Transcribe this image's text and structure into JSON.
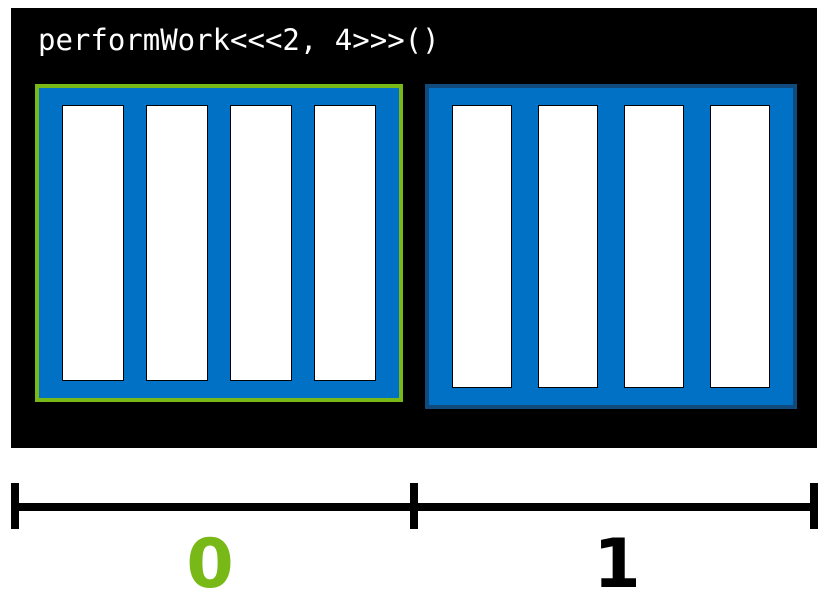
{
  "diagram": {
    "title": "performWork<<<2, 4>>>()",
    "kernel_name": "performWork",
    "grid_dim": 2,
    "block_dim": 4,
    "panel_background": "#000000",
    "colors": {
      "block_fill": "#0071c5",
      "thread_fill": "#ffffff",
      "thread_stroke": "#000000",
      "highlight_green": "#78b917",
      "block_border_blue": "#114a7d",
      "title_text": "#ffffff",
      "axis": "#000000",
      "page_background": "#ffffff"
    }
  },
  "blocks": [
    {
      "index": 0,
      "label": "0",
      "highlighted": true,
      "border_color": "#78b917",
      "label_color": "#78b917",
      "threads": [
        {
          "index": 0,
          "label": ""
        },
        {
          "index": 1,
          "label": ""
        },
        {
          "index": 2,
          "label": ""
        },
        {
          "index": 3,
          "label": ""
        }
      ]
    },
    {
      "index": 1,
      "label": "1",
      "highlighted": false,
      "border_color": "#114a7d",
      "label_color": "#000000",
      "threads": [
        {
          "index": 0,
          "label": ""
        },
        {
          "index": 1,
          "label": ""
        },
        {
          "index": 2,
          "label": ""
        },
        {
          "index": 3,
          "label": ""
        }
      ]
    }
  ],
  "axis": {
    "tick_count": 3,
    "labels": [
      "0",
      "1"
    ]
  }
}
